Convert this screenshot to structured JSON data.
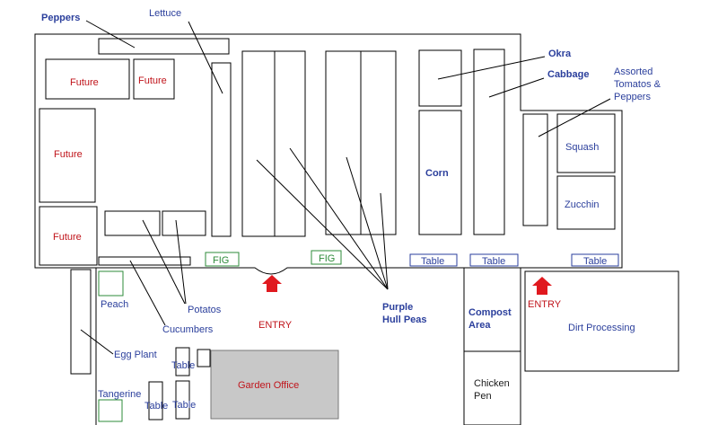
{
  "colors": {
    "future": "#c0141b",
    "label": "#2b3f9c",
    "fig": "#2e8b3a",
    "entry": "#e0191f",
    "office": "#c8c8c8"
  },
  "labels": {
    "peppers": "Peppers",
    "lettuce": "Lettuce",
    "okra": "Okra",
    "cabbage": "Cabbage",
    "assorted_1": "Assorted",
    "assorted_2": "Tomatos &",
    "assorted_3": "Peppers",
    "future": "Future",
    "corn": "Corn",
    "squash": "Squash",
    "zucchini": "Zucchin",
    "fig": "FIG",
    "table": "Table",
    "peach": "Peach",
    "potatos": "Potatos",
    "cucumbers": "Cucumbers",
    "entry": "ENTRY",
    "purple_1": "Purple",
    "purple_2": "Hull Peas",
    "compost_1": "Compost",
    "compost_2": "Area",
    "dirt": "Dirt Processing",
    "eggplant": "Egg Plant",
    "tangerine": "Tangerine",
    "office": "Garden Office",
    "chicken_1": "Chicken",
    "chicken_2": "Pen"
  }
}
